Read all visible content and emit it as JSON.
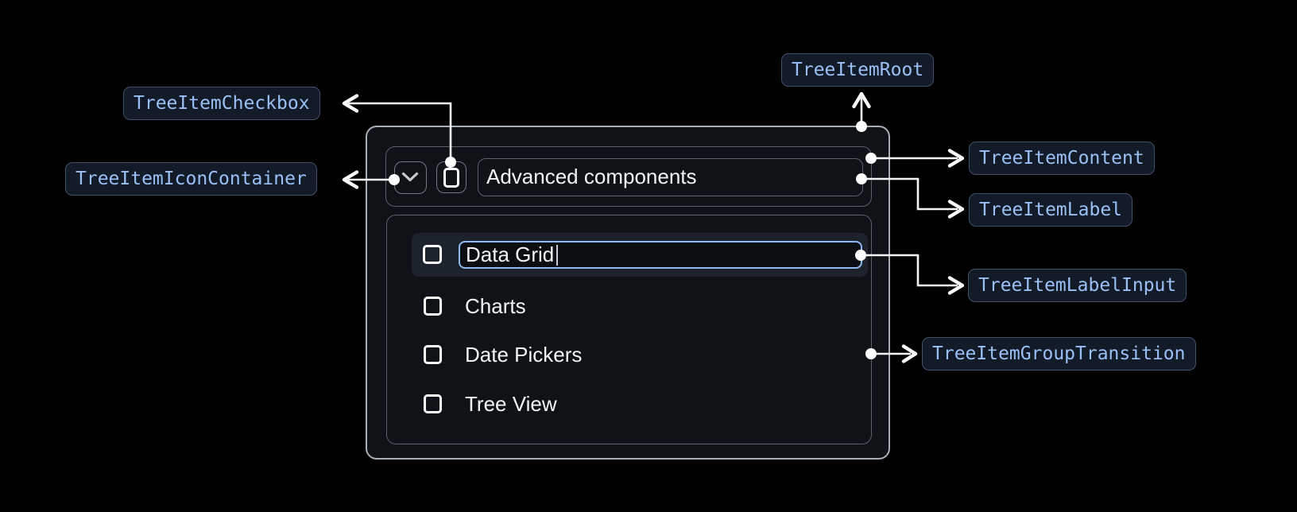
{
  "annotations": {
    "root": "TreeItemRoot",
    "checkbox": "TreeItemCheckbox",
    "icon_container": "TreeItemIconContainer",
    "content": "TreeItemContent",
    "label": "TreeItemLabel",
    "label_input": "TreeItemLabelInput",
    "group_transition": "TreeItemGroupTransition"
  },
  "tree": {
    "parent": {
      "label": "Advanced components",
      "expanded": true,
      "checkbox_checked": false
    },
    "children": [
      {
        "label": "Data Grid",
        "state": "editing",
        "input_value": "Data Grid",
        "checkbox_checked": false
      },
      {
        "label": "Charts",
        "state": "default",
        "checkbox_checked": false
      },
      {
        "label": "Date Pickers",
        "state": "default",
        "checkbox_checked": false
      },
      {
        "label": "Tree View",
        "state": "default",
        "checkbox_checked": false
      }
    ]
  },
  "colors": {
    "page_bg": "#000000",
    "panel_bg": "#0f1318",
    "panel_border": "#a9afb6",
    "inner_border": "#5b6168",
    "badge_bg": "#121b27",
    "badge_border": "#415268",
    "badge_text": "#9ac0f8",
    "highlight_row_bg": "#1c232d",
    "input_border": "#8fb9f3",
    "arrow": "#f3f5f7",
    "text": "#f2f4f6"
  }
}
